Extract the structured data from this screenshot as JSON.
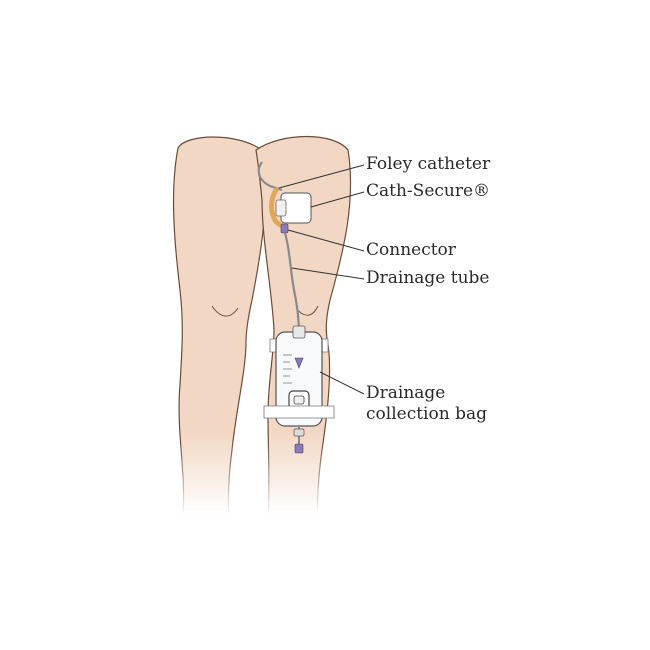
{
  "labels": {
    "foley_catheter": "Foley catheter",
    "cath_secure": "Cath-Secure®",
    "connector": "Connector",
    "drainage_tube": "Drainage tube",
    "bag_line1": "Drainage",
    "bag_line2": "collection bag"
  },
  "colors": {
    "skin": "#f2d8c4",
    "skin_outline": "#6b4b3a",
    "catheter": "#e1a65a",
    "connector": "#8b7ab8",
    "bag_fill": "#f7f9fb",
    "bag_strap": "#ffffff",
    "line": "#333333"
  }
}
